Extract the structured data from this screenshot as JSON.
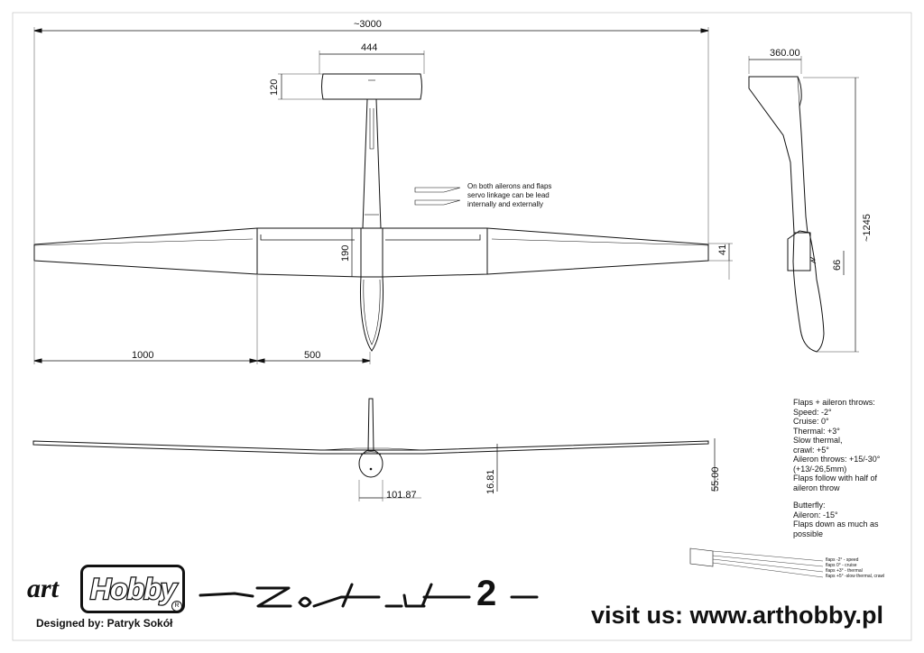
{
  "dimensions": {
    "span": "~3000",
    "tail_span": "444",
    "tail_chord": "120",
    "root_chord": "190",
    "tip_chord": "41",
    "outer_panel": "1000",
    "inner_panel": "500",
    "fin_height": "360.00",
    "fuselage_length": "~1245",
    "fuselage_depth": "66",
    "fuselage_width": "101.87",
    "dihedral_inner": "16.81",
    "dihedral_tip": "55.00"
  },
  "servo_note": {
    "lines": [
      "On both ailerons and flaps",
      "servo linkage can be lead",
      "internally and externally"
    ]
  },
  "throws": {
    "lines": [
      "Flaps + aileron throws:",
      "Speed: -2°",
      "Cruise: 0°",
      "Thermal: +3°",
      "Slow thermal,",
      "crawl: +5°",
      "Aileron throws: +15/-30°",
      "(+13/-26,5mm)",
      "Flaps follow with half of",
      "aileron throw",
      "",
      "Butterfly:",
      "Aileron: -15°",
      "Flaps down as much as",
      "possible"
    ]
  },
  "flap_legend": {
    "lines": [
      "flaps -2° - speed",
      "flaps 0° - cruise",
      "flaps +3° - thermal",
      "flaps +5° -slow thermal, crawl"
    ]
  },
  "branding": {
    "art": "art",
    "hobby": "Hobby",
    "registered": "R",
    "designer": "Designed by: Patryk Sokół",
    "model": "2",
    "visit": "visit us: www.arthobby.pl"
  }
}
